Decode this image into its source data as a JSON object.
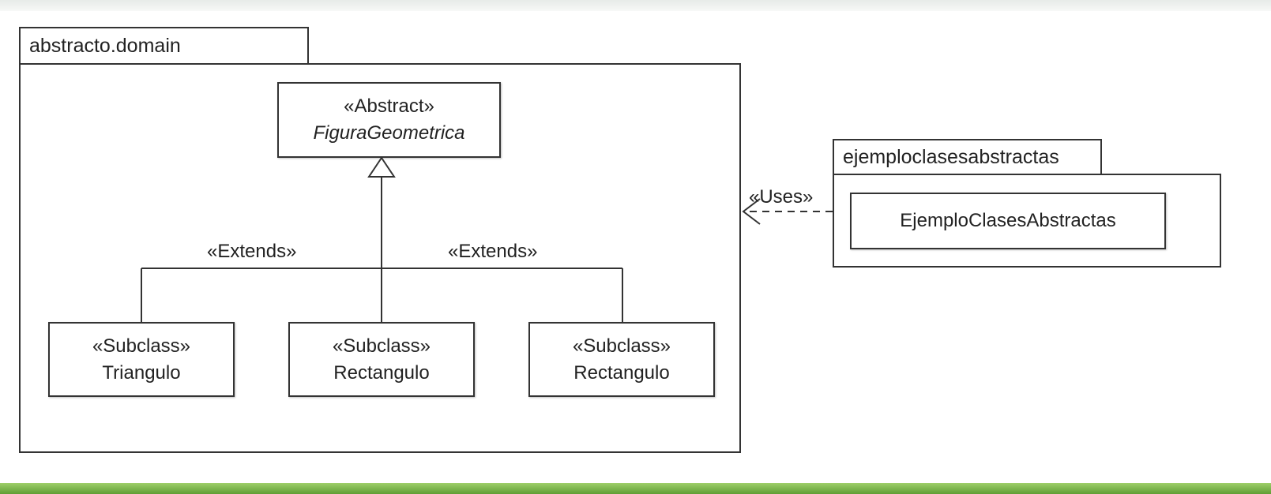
{
  "packages": {
    "domain": {
      "name": "abstracto.domain"
    },
    "main": {
      "name": "ejemploclasesabstractas"
    }
  },
  "classes": {
    "figura": {
      "stereotype": "«Abstract»",
      "name": "FiguraGeometrica"
    },
    "triangulo": {
      "stereotype": "«Subclass»",
      "name": "Triangulo"
    },
    "rectangulo1": {
      "stereotype": "«Subclass»",
      "name": "Rectangulo"
    },
    "rectangulo2": {
      "stereotype": "«Subclass»",
      "name": "Rectangulo"
    },
    "ejemplo": {
      "name": "EjemploClasesAbstractas"
    }
  },
  "relations": {
    "extends_left": "«Extends»",
    "extends_right": "«Extends»",
    "uses": "«Uses»"
  }
}
